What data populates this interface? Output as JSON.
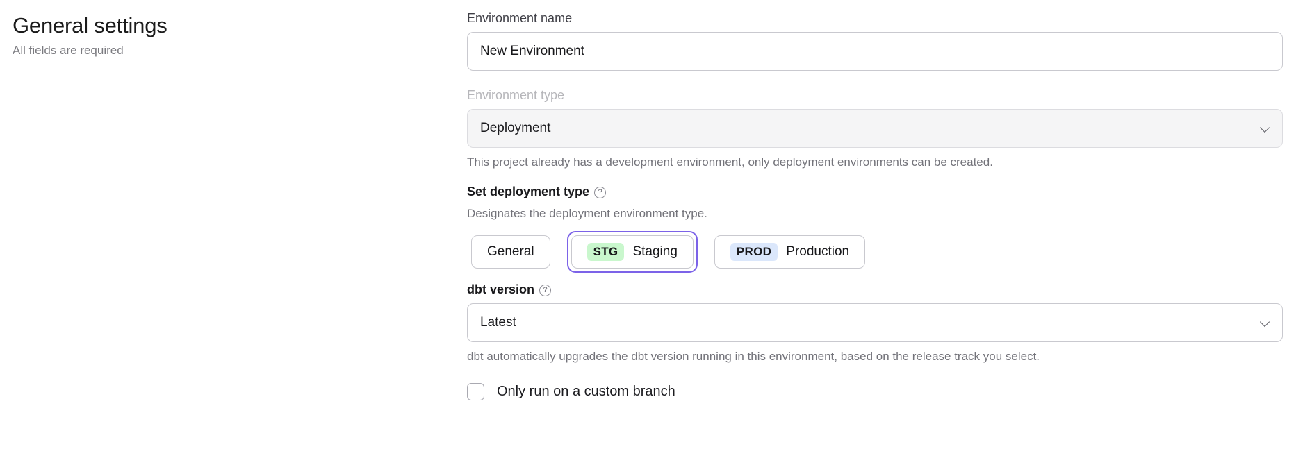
{
  "header": {
    "title": "General settings",
    "subtitle": "All fields are required"
  },
  "form": {
    "environment_name": {
      "label": "Environment name",
      "value": "New Environment",
      "placeholder": "Environment name"
    },
    "environment_type": {
      "label": "Environment type",
      "value": "Deployment",
      "disabled": true,
      "chevron_icon": "chevron-down-icon",
      "helper": "This project already has a development environment, only deployment environments can be created."
    },
    "deployment_type": {
      "label": "Set deployment type",
      "help_icon": "question-mark-circle-icon",
      "help_glyph": "?",
      "helper": "Designates the deployment environment type.",
      "selected": "Staging",
      "options": [
        {
          "label": "General",
          "badge": "",
          "badge_color": "",
          "selected": false
        },
        {
          "label": "Staging",
          "badge": "STG",
          "badge_color": "#c9f7cd",
          "selected": true
        },
        {
          "label": "Production",
          "badge": "PROD",
          "badge_color": "#dbe7fb",
          "selected": false
        }
      ]
    },
    "dbt_version": {
      "label": "dbt version",
      "help_icon": "question-mark-circle-icon",
      "help_glyph": "?",
      "value": "Latest",
      "chevron_icon": "chevron-down-icon",
      "helper": "dbt automatically upgrades the dbt version running in this environment, based on the release track you select."
    },
    "custom_branch": {
      "label": "Only run on a custom branch",
      "checked": false
    }
  },
  "colors": {
    "focus_ring": "#7c63e8",
    "staging_badge": "#c9f7cd",
    "production_badge": "#dbe7fb",
    "border": "#c9c9cf"
  }
}
